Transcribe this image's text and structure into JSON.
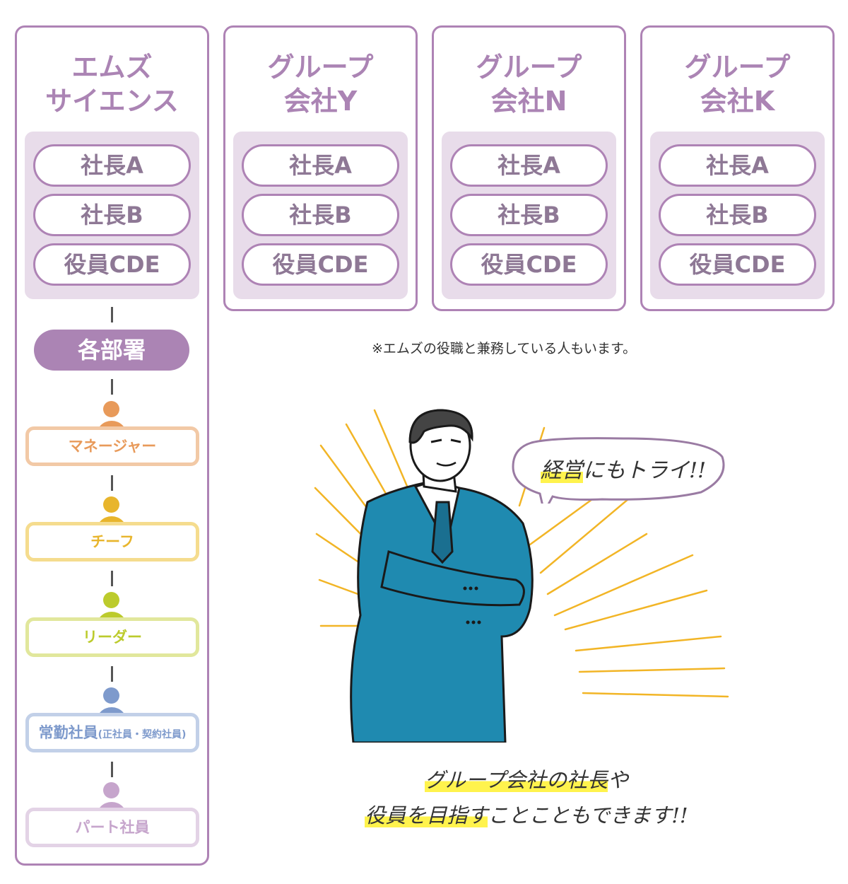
{
  "main_company": {
    "name_line1": "エムズ",
    "name_line2": "サイエンス",
    "executives": [
      "社長A",
      "社長B",
      "役員CDE"
    ],
    "department": "各部署",
    "roles": [
      {
        "label": "マネージャー",
        "sub": "",
        "color": "#e89a5a",
        "border": "#f2c9a6"
      },
      {
        "label": "チーフ",
        "sub": "",
        "color": "#e8b52c",
        "border": "#f5dc8e"
      },
      {
        "label": "リーダー",
        "sub": "",
        "color": "#bccb2c",
        "border": "#e1e79c"
      },
      {
        "label": "常勤社員",
        "sub": "(正社員・契約社員)",
        "color": "#7e9acc",
        "border": "#c2d0e8"
      },
      {
        "label": "パート社員",
        "sub": "",
        "color": "#c6a5cc",
        "border": "#e3d3e6"
      }
    ]
  },
  "group_companies": [
    {
      "name_line1": "グループ",
      "name_line2": "会社Y",
      "executives": [
        "社長A",
        "社長B",
        "役員CDE"
      ]
    },
    {
      "name_line1": "グループ",
      "name_line2": "会社N",
      "executives": [
        "社長A",
        "社長B",
        "役員CDE"
      ]
    },
    {
      "name_line1": "グループ",
      "name_line2": "会社K",
      "executives": [
        "社長A",
        "社長B",
        "役員CDE"
      ]
    }
  ],
  "note": "※エムズの役職と兼務している人もいます。",
  "bubble": {
    "highlight": "経営",
    "rest": "にもトライ!!"
  },
  "caption": {
    "line1_hl": "グループ会社の社長",
    "line1_rest": "や",
    "line2_hl": "役員を目指す",
    "line2_rest": "ことこともできます!!"
  },
  "colors": {
    "accent": "#ab84b4",
    "suit": "#1f8ab0",
    "rays": "#f2b526",
    "highlight": "#fff34d"
  }
}
